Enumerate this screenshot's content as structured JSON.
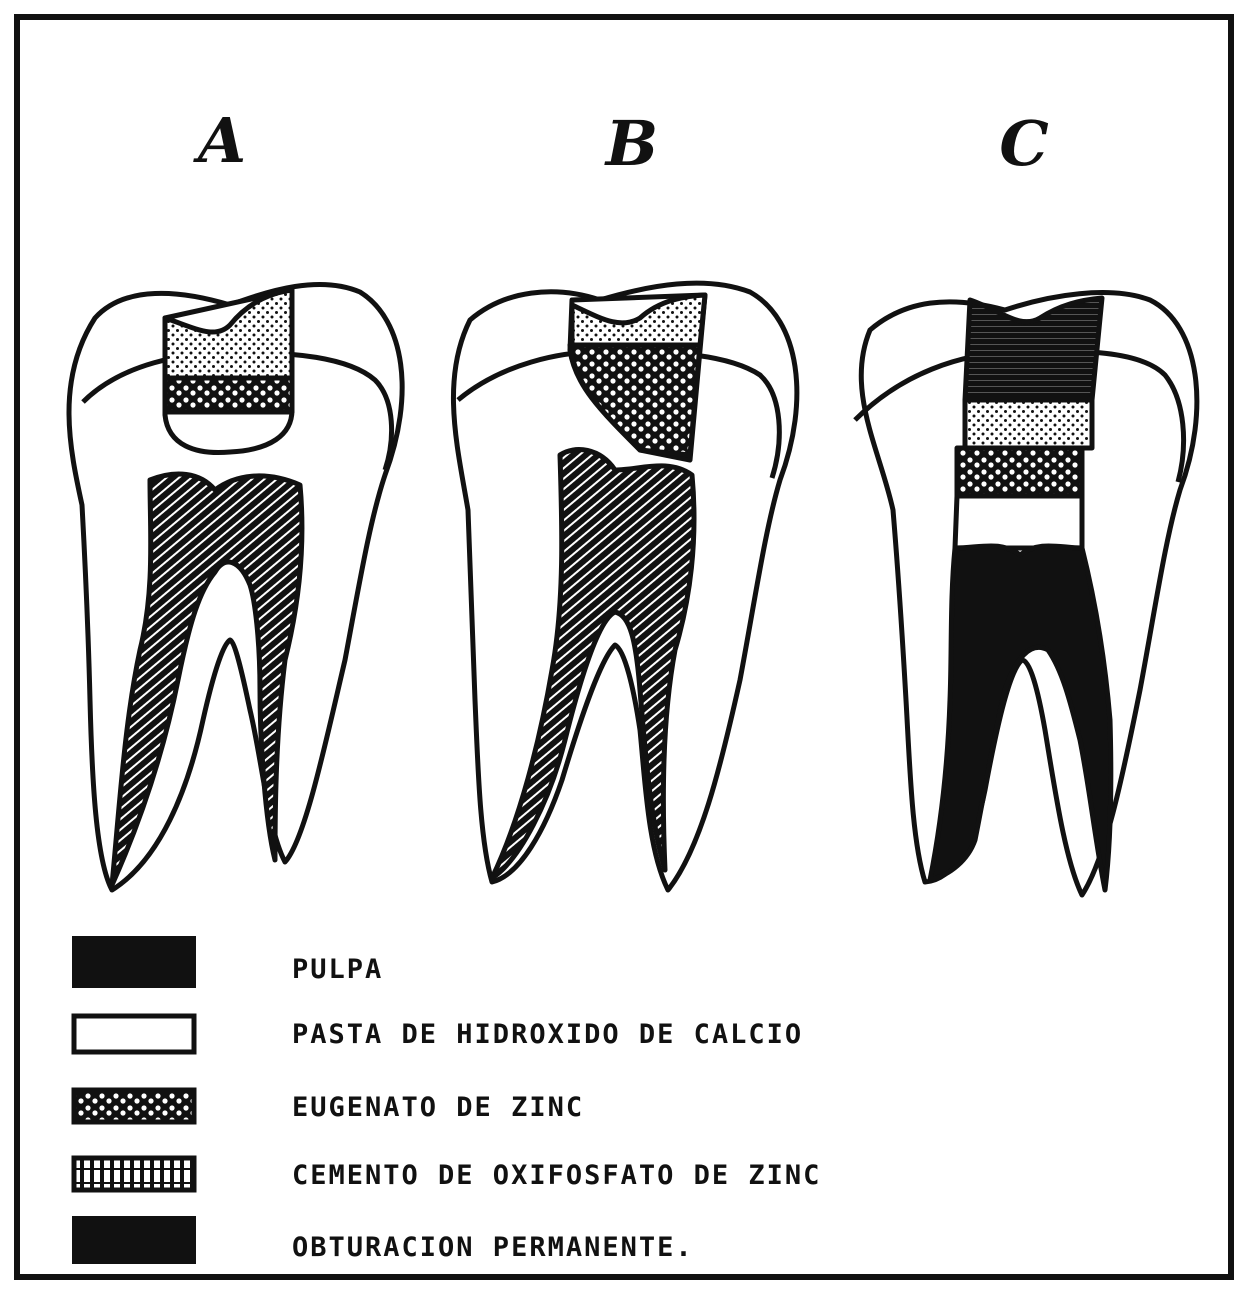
{
  "figure": {
    "labels": [
      "A",
      "B",
      "C"
    ]
  },
  "legend": {
    "items": [
      {
        "key": "pulpa",
        "label": "PULPA"
      },
      {
        "key": "pasta",
        "label": "PASTA DE HIDROXIDO DE CALCIO"
      },
      {
        "key": "eugenato",
        "label": "EUGENATO DE ZINC"
      },
      {
        "key": "cemento",
        "label": "CEMENTO DE OXIFOSFATO DE ZINC"
      },
      {
        "key": "obturacion",
        "label": "OBTURACION PERMANENTE."
      }
    ]
  },
  "colors": {
    "ink": "#111111",
    "paper": "#ffffff"
  }
}
